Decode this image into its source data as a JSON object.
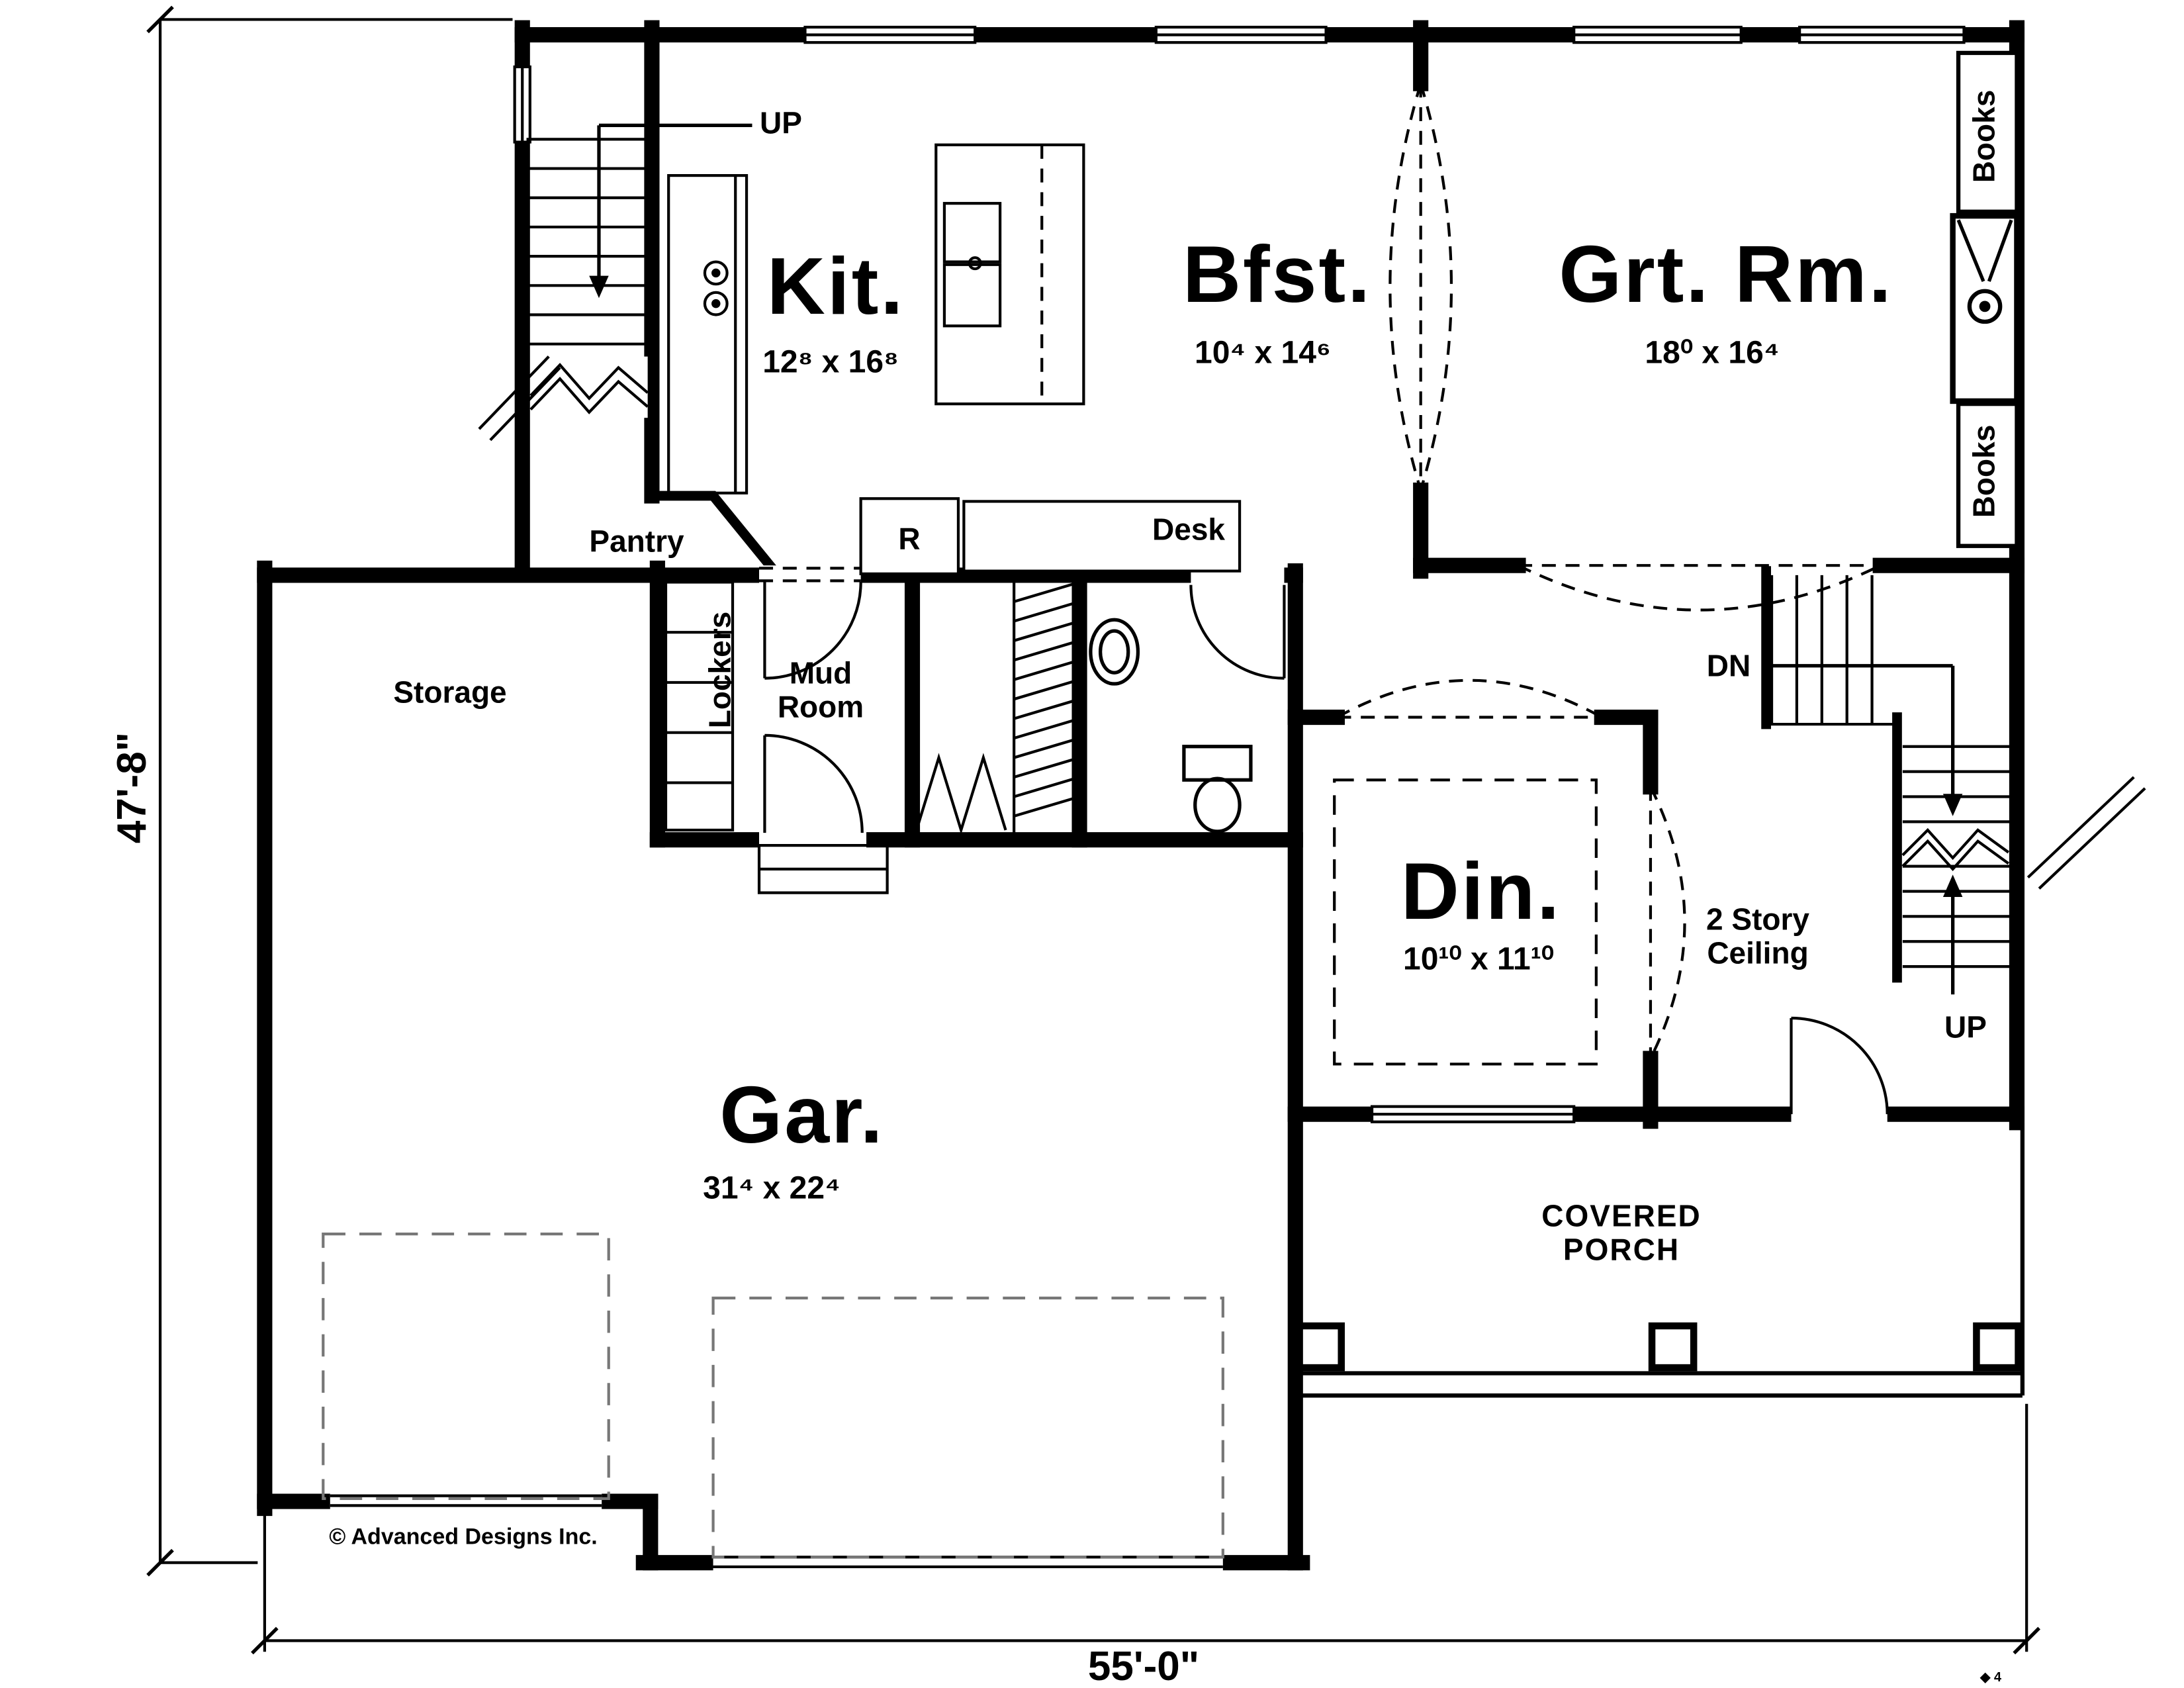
{
  "plan": {
    "copyright": "© Advanced Designs Inc.",
    "overall_width": "55'-0\"",
    "overall_depth": "47'-8\"",
    "footer_mark": "◆ 4",
    "line_color": "#000000",
    "background": "#ffffff"
  },
  "rooms": {
    "kitchen": {
      "label": "Kit.",
      "dims": "12⁸ x 16⁸"
    },
    "breakfast": {
      "label": "Bfst.",
      "dims": "10⁴ x 14⁶"
    },
    "great_room": {
      "label": "Grt. Rm.",
      "dims": "18⁰ x 16⁴"
    },
    "dining": {
      "label": "Din.",
      "dims": "10¹⁰ x 11¹⁰"
    },
    "garage": {
      "label": "Gar.",
      "dims": "31⁴ x 22⁴"
    },
    "pantry": {
      "label": "Pantry"
    },
    "storage": {
      "label": "Storage"
    },
    "mud_room": {
      "label": "Mud\nRoom"
    },
    "lockers": {
      "label": "Lockers"
    },
    "covered_porch": {
      "label": "COVERED\nPORCH"
    },
    "two_story_ceiling": {
      "label": "2 Story\nCeiling"
    }
  },
  "annotations": {
    "stairs_up_main": "UP",
    "stairs_up_rear": "UP",
    "stairs_down": "DN",
    "desk": "Desk",
    "refrigerator": "R",
    "books_upper": "Books",
    "books_lower": "Books"
  }
}
